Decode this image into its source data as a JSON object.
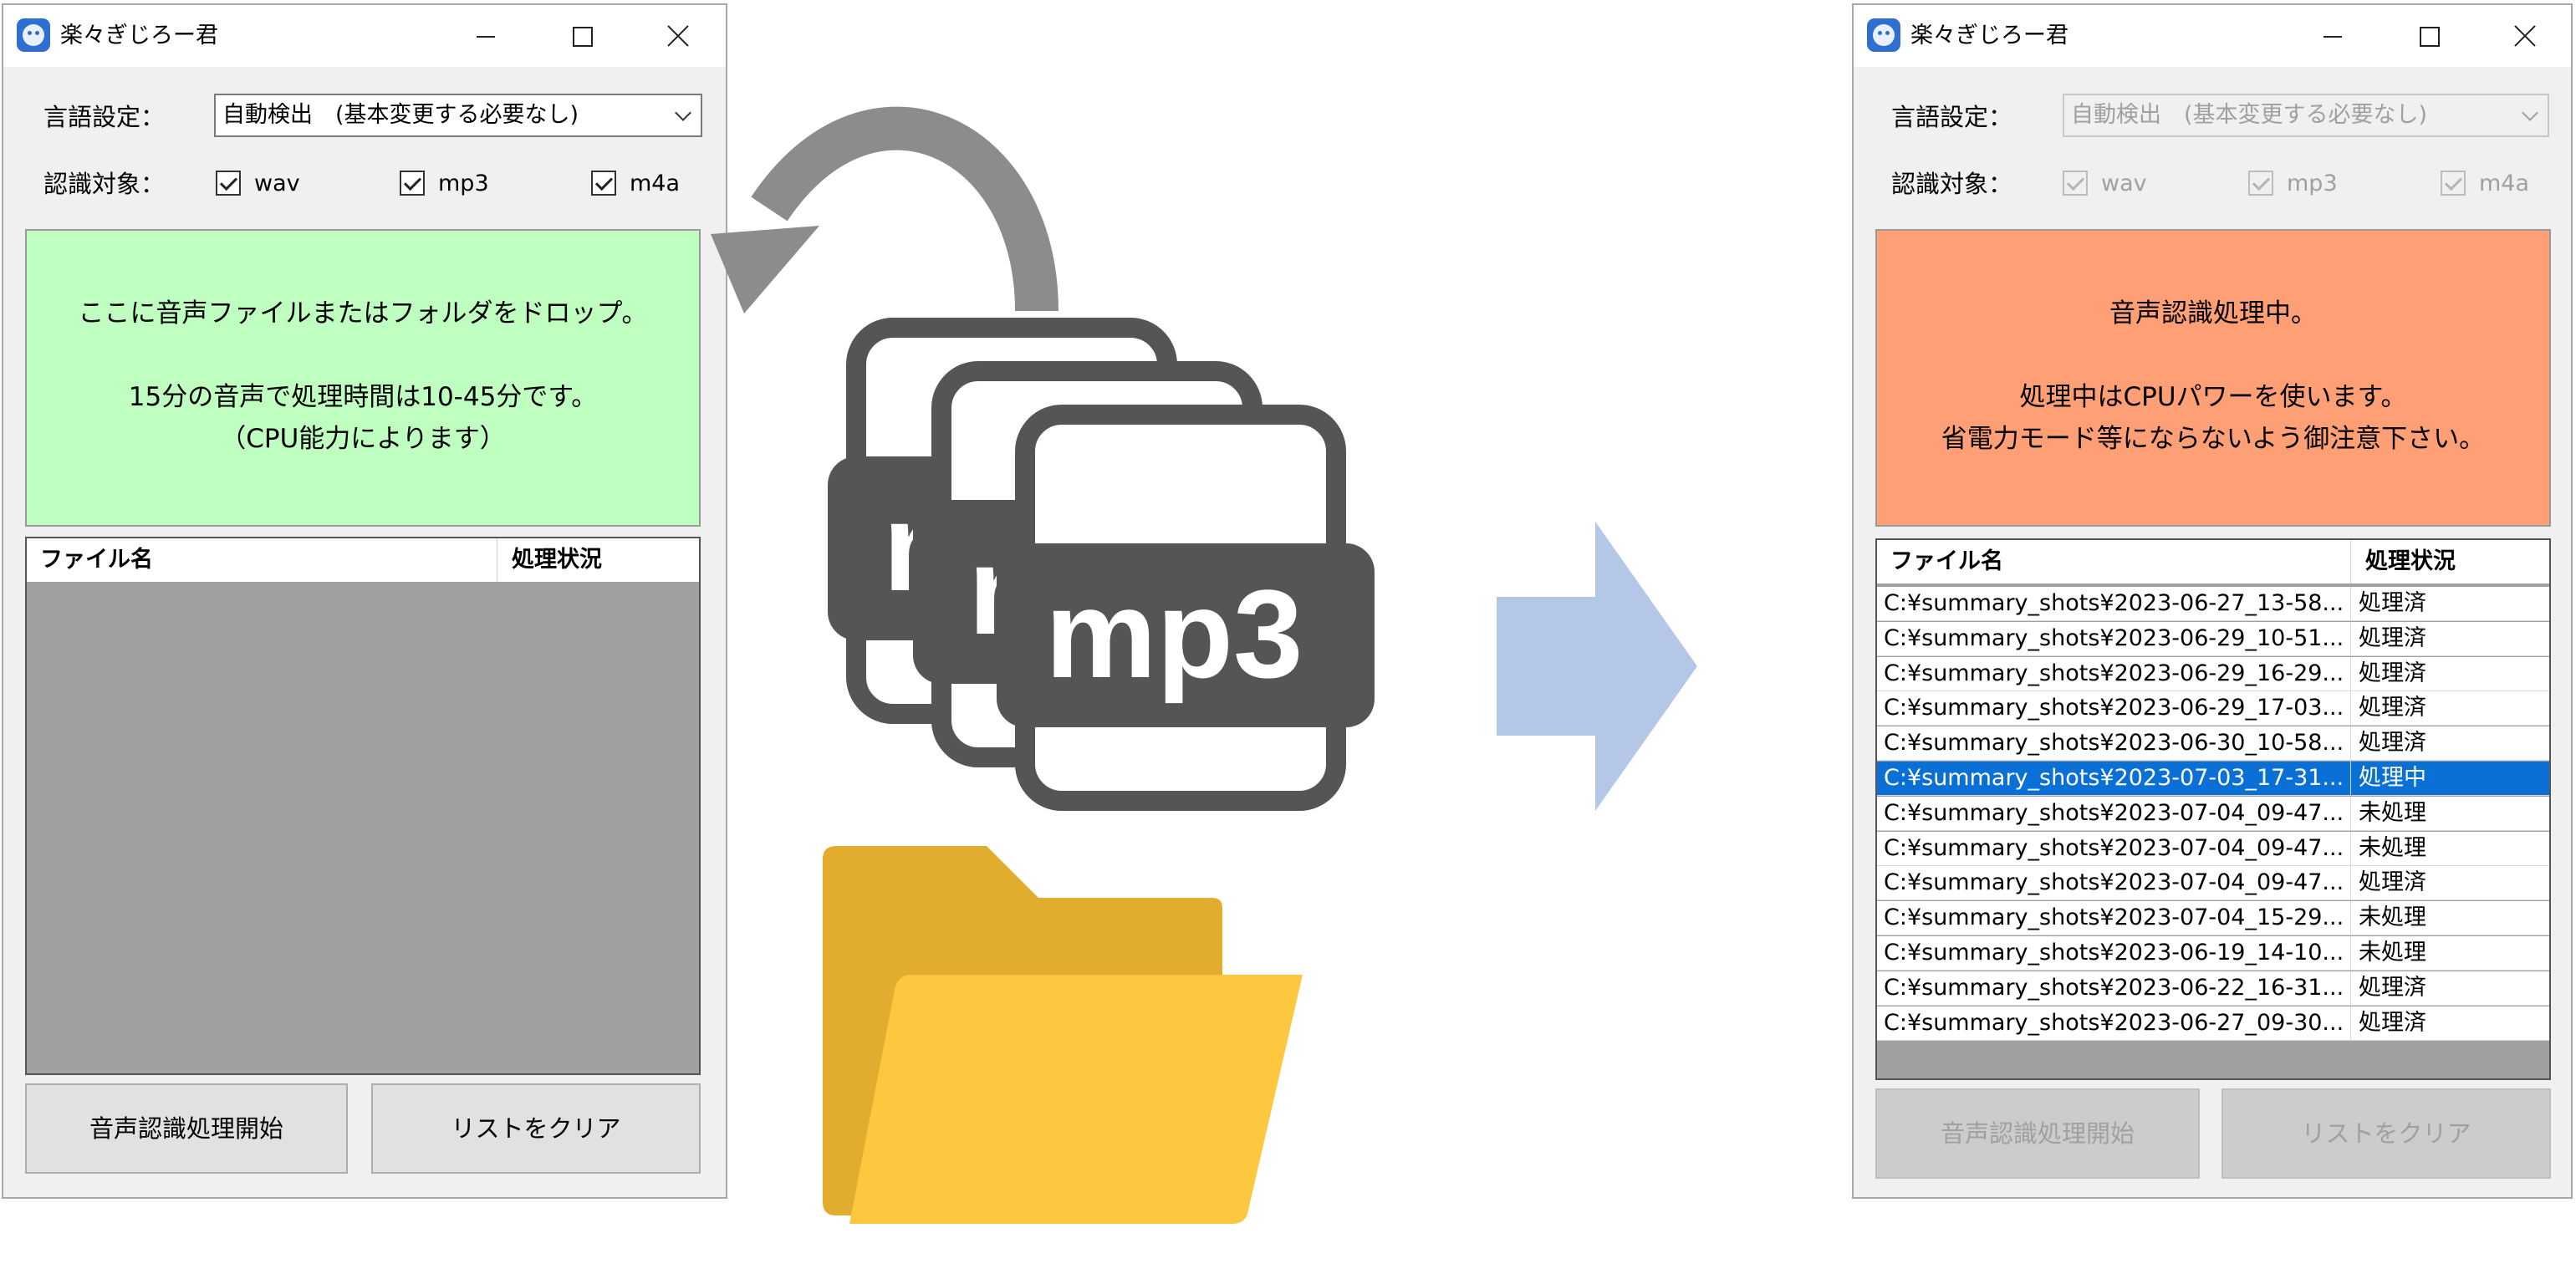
{
  "app": {
    "title": "楽々ぎじろー君"
  },
  "settings": {
    "language_label": "言語設定：",
    "language_value": "自動検出　(基本変更する必要なし)",
    "target_label": "認識対象：",
    "formats": [
      "wav",
      "mp3",
      "m4a"
    ]
  },
  "left": {
    "drop_lines": [
      "ここに音声ファイルまたはフォルダをドロップ。",
      "",
      "15分の音声で処理時間は10-45分です。",
      "（CPU能力によります）"
    ],
    "drop_color": "#bfffbf"
  },
  "right": {
    "status_lines": [
      "音声認識処理中。",
      "",
      "処理中はCPUパワーを使います。",
      "省電力モード等にならないよう御注意下さい。"
    ],
    "status_color": "#ff9f76"
  },
  "table": {
    "col_file": "ファイル名",
    "col_status": "処理状況",
    "rows": [
      {
        "file": "C:¥summary_shots¥2023-06-27_13-58...",
        "status": "処理済",
        "selected": false
      },
      {
        "file": "C:¥summary_shots¥2023-06-29_10-51...",
        "status": "処理済",
        "selected": false
      },
      {
        "file": "C:¥summary_shots¥2023-06-29_16-29...",
        "status": "処理済",
        "selected": false
      },
      {
        "file": "C:¥summary_shots¥2023-06-29_17-03...",
        "status": "処理済",
        "selected": false
      },
      {
        "file": "C:¥summary_shots¥2023-06-30_10-58...",
        "status": "処理済",
        "selected": false
      },
      {
        "file": "C:¥summary_shots¥2023-07-03_17-31...",
        "status": "処理中",
        "selected": true
      },
      {
        "file": "C:¥summary_shots¥2023-07-04_09-47...",
        "status": "未処理",
        "selected": false
      },
      {
        "file": "C:¥summary_shots¥2023-07-04_09-47...",
        "status": "未処理",
        "selected": false
      },
      {
        "file": "C:¥summary_shots¥2023-07-04_09-47...",
        "status": "処理済",
        "selected": false
      },
      {
        "file": "C:¥summary_shots¥2023-07-04_15-29...",
        "status": "未処理",
        "selected": false
      },
      {
        "file": "C:¥summary_shots¥2023-06-19_14-10...",
        "status": "未処理",
        "selected": false
      },
      {
        "file": "C:¥summary_shots¥2023-06-22_16-31...",
        "status": "処理済",
        "selected": false
      },
      {
        "file": "C:¥summary_shots¥2023-06-27_09-30...",
        "status": "処理済",
        "selected": false
      }
    ]
  },
  "buttons": {
    "start": "音声認識処理開始",
    "clear": "リストをクリア"
  },
  "illustration": {
    "file_badge": "mp3",
    "file_badge_partial": "m"
  },
  "colors": {
    "arrow_gray": "#8c8c8c",
    "file_icon": "#555555",
    "folder_back": "#e2ad2f",
    "folder_front": "#fdc840",
    "flow_arrow": "#b4c7e7",
    "selection": "#0a70d6"
  }
}
